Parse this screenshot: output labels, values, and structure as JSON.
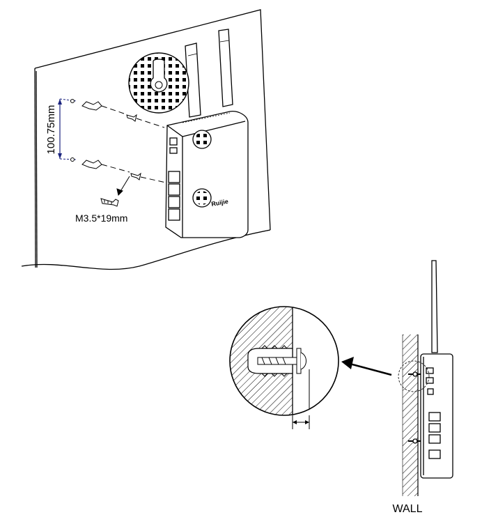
{
  "top_figure": {
    "spacing_label": "100.75mm",
    "screw_label": "M3.5*19mm",
    "device_brand_logo": "Ruijie",
    "colors": {
      "line": "#000000",
      "dimension": "#1a237e",
      "background": "#ffffff"
    }
  },
  "bottom_figure": {
    "wall_label": "WALL"
  }
}
